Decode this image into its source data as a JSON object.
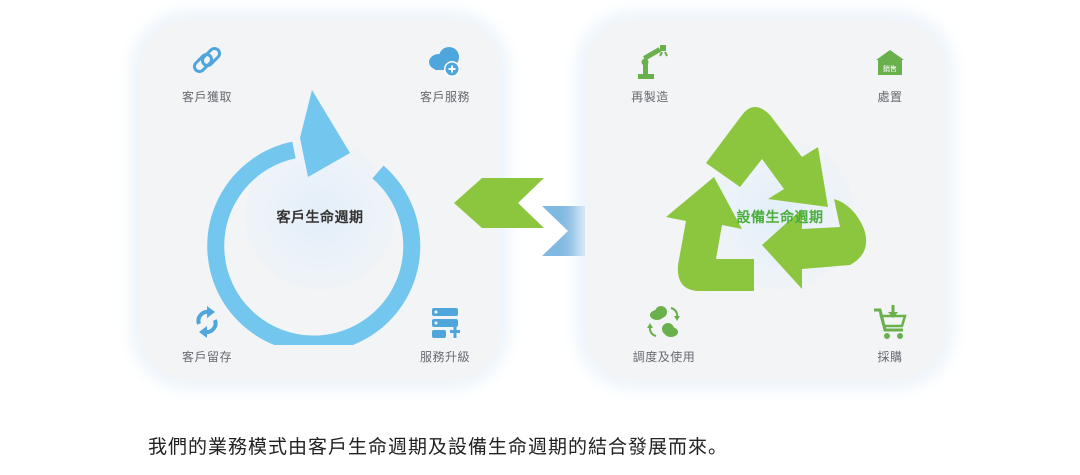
{
  "left_panel": {
    "center_label": "客戶生命週期",
    "corners": {
      "top_left": {
        "label": "客戶獲取",
        "icon": "link-icon"
      },
      "top_right": {
        "label": "客戶服務",
        "icon": "cloud-plus-icon"
      },
      "bottom_left": {
        "label": "客戶留存",
        "icon": "refresh-arrows-icon"
      },
      "bottom_right": {
        "label": "服務升級",
        "icon": "server-settings-icon"
      }
    }
  },
  "right_panel": {
    "center_label": "設備生命週期",
    "corners": {
      "top_left": {
        "label": "再製造",
        "icon": "robot-arm-icon"
      },
      "top_right": {
        "label": "處置",
        "icon": "sale-house-icon",
        "icon_text": "銷售"
      },
      "bottom_left": {
        "label": "調度及使用",
        "icon": "cloud-sync-icon"
      },
      "bottom_right": {
        "label": "採購",
        "icon": "shopping-cart-icon"
      }
    }
  },
  "caption": "我們的業務模式由客戶生命週期及設備生命週期的結合發展而來。",
  "colors": {
    "blue_cycle": "#73c6ee",
    "green_recycle": "#8cc63f",
    "right_label_green": "#4cae3c",
    "left_label_dark": "#333333",
    "icon_blue": "#4ea6dc",
    "icon_green": "#6ab04c",
    "exchange_arrow_green": "#8cc63f",
    "exchange_arrow_blue": "#7fb8e0"
  }
}
